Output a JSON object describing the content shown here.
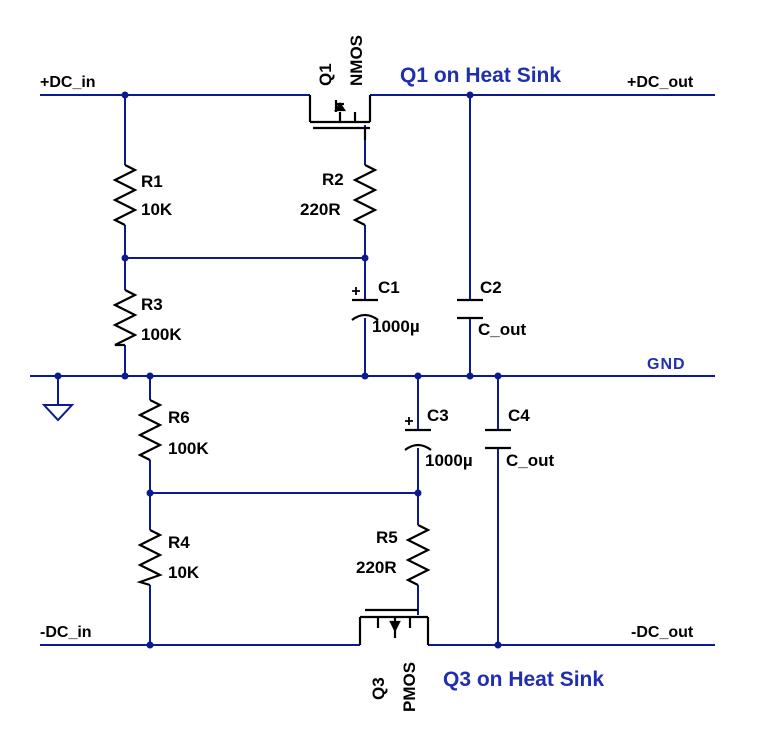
{
  "nets": {
    "dc_in_pos": "+DC_in",
    "dc_out_pos": "+DC_out",
    "gnd": "GND",
    "dc_in_neg": "-DC_in",
    "dc_out_neg": "-DC_out"
  },
  "notes": {
    "q1_heat_sink": "Q1 on Heat Sink",
    "q3_heat_sink": "Q3 on Heat Sink"
  },
  "components": {
    "q1": {
      "ref": "Q1",
      "type": "NMOS"
    },
    "q3": {
      "ref": "Q3",
      "type": "PMOS"
    },
    "r1": {
      "ref": "R1",
      "value": "10K"
    },
    "r2": {
      "ref": "R2",
      "value": "220R"
    },
    "r3": {
      "ref": "R3",
      "value": "100K"
    },
    "r4": {
      "ref": "R4",
      "value": "10K"
    },
    "r5": {
      "ref": "R5",
      "value": "220R"
    },
    "r6": {
      "ref": "R6",
      "value": "100K"
    },
    "c1": {
      "ref": "C1",
      "value": "1000µ",
      "polarity": "+"
    },
    "c2": {
      "ref": "C2",
      "value": "C_out"
    },
    "c3": {
      "ref": "C3",
      "value": "1000µ",
      "polarity": "+"
    },
    "c4": {
      "ref": "C4",
      "value": "C_out"
    }
  },
  "colors": {
    "wire": "#0b1a8f",
    "component": "#000000",
    "annotation": "#1f2fb0"
  }
}
